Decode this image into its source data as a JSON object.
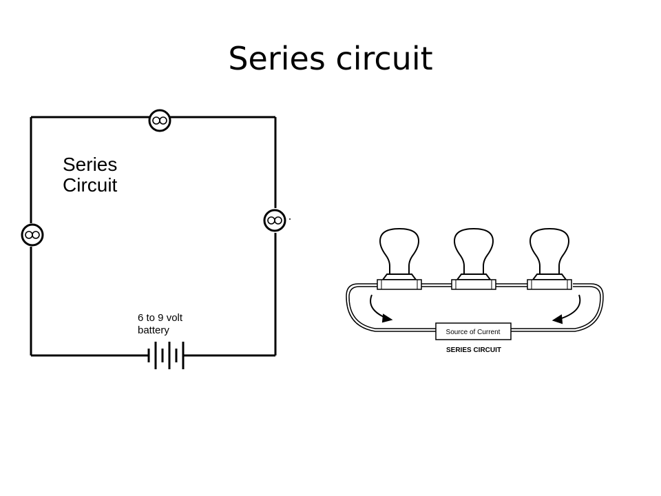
{
  "title": "Series circuit",
  "left_diagram": {
    "label_line1": "Series",
    "label_line2": "Circuit",
    "battery_line1": "6 to 9 volt",
    "battery_line2": "battery",
    "bulb_count": 3
  },
  "right_diagram": {
    "source_label": "Source of Current",
    "caption": "SERIES CIRCUIT",
    "bulb_count": 3
  },
  "colors": {
    "ink": "#000000",
    "background": "#ffffff"
  }
}
